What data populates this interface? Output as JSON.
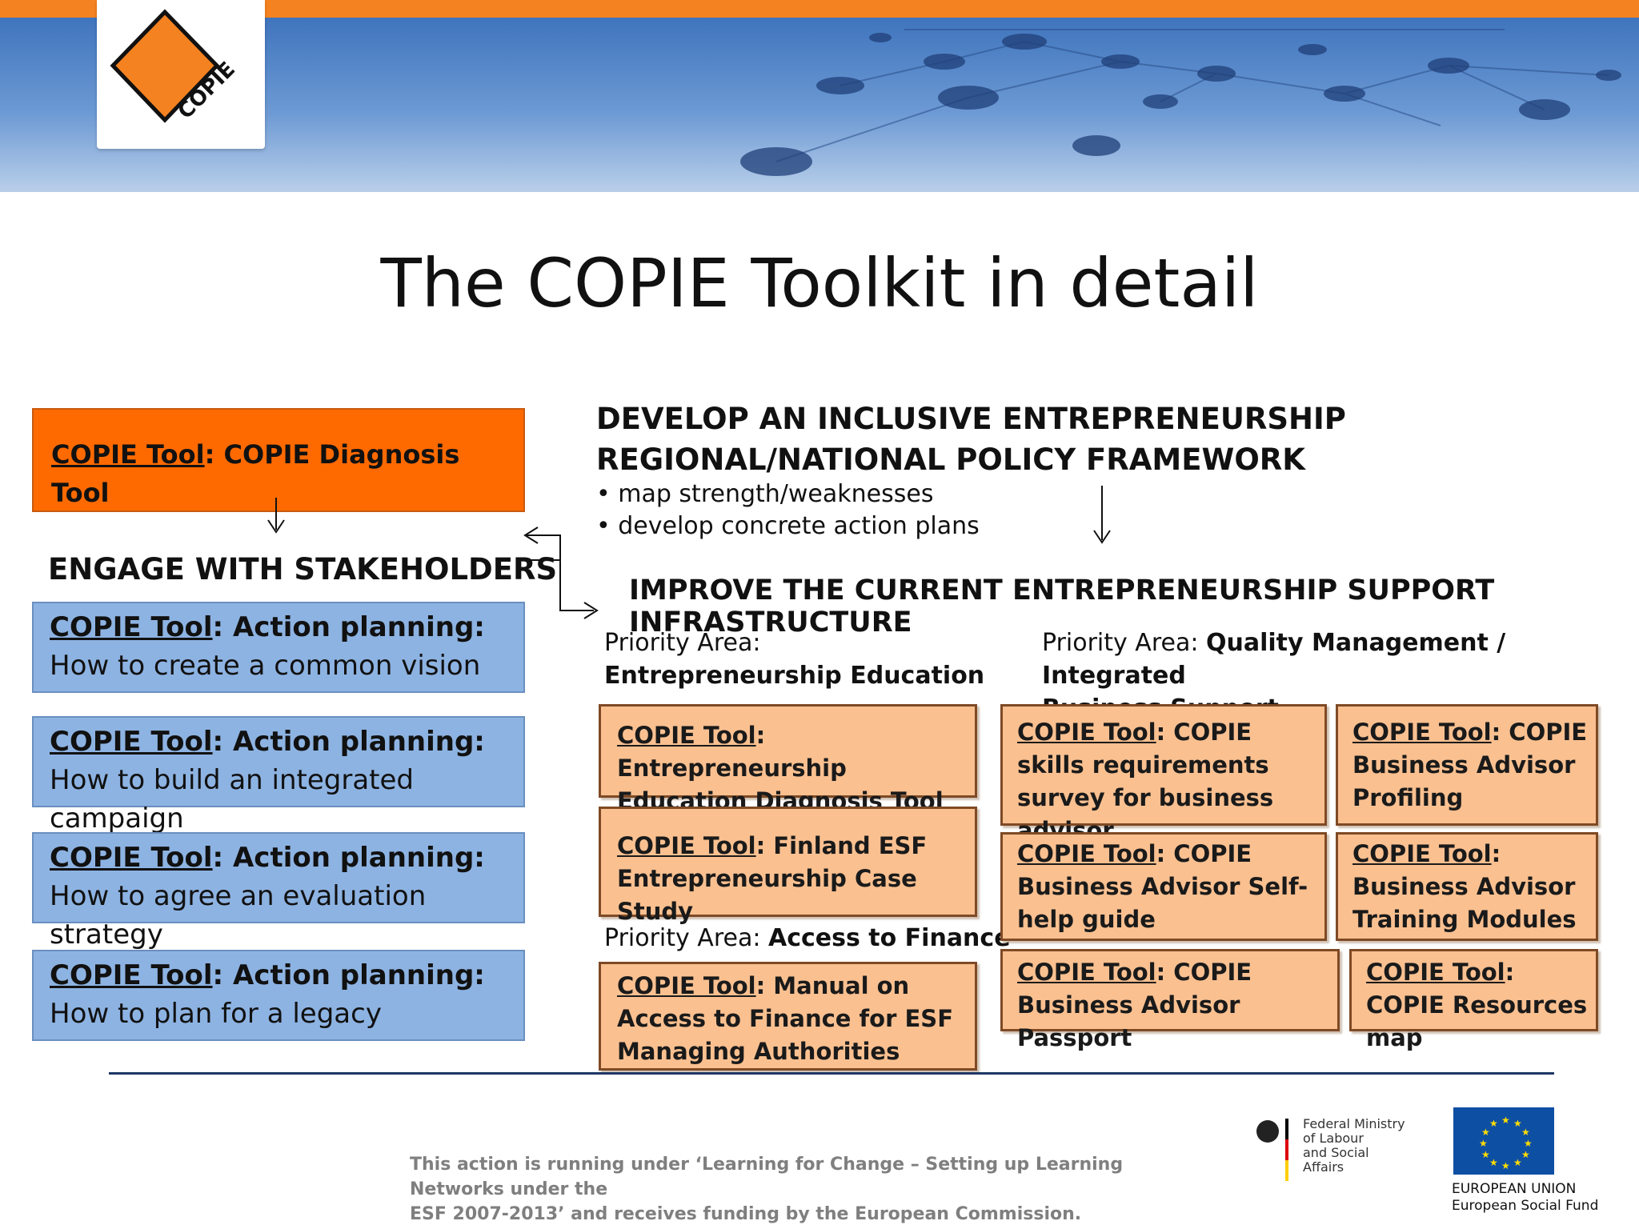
{
  "header": {
    "logo_text": "COPIE"
  },
  "title": "The COPIE Toolkit in detail",
  "left": {
    "diagnosis": {
      "tool": "COPIE Tool",
      "colon": ": ",
      "name": "COPIE Diagnosis Tool"
    },
    "engage_heading": "ENGAGE WITH STAKEHOLDERS",
    "action_items": [
      {
        "tool": "COPIE Tool",
        "label": ": Action planning:",
        "rest": " How to create a common vision"
      },
      {
        "tool": "COPIE Tool",
        "label": ": Action planning:",
        "rest": " How to build an integrated campaign"
      },
      {
        "tool": "COPIE Tool",
        "label": ": Action planning:",
        "rest": " How to agree an evaluation strategy"
      },
      {
        "tool": "COPIE Tool",
        "label": ": Action planning:",
        "rest": " How to plan for a legacy"
      }
    ]
  },
  "right": {
    "develop_heading_1": "DEVELOP AN INCLUSIVE ENTREPRENEURSHIP",
    "develop_heading_2": "REGIONAL/NATIONAL POLICY FRAMEWORK",
    "bullets": [
      "map strength/weaknesses",
      "develop concrete action plans"
    ],
    "improve_heading": "IMPROVE THE CURRENT ENTREPRENEURSHIP SUPPORT INFRASTRUCTURE",
    "priority_education": {
      "prefix": "Priority Area:",
      "name": "Entrepreneurship Education"
    },
    "priority_quality": {
      "prefix": "Priority Area: ",
      "name_1": "Quality Management / Integrated",
      "name_2": "Business Support"
    },
    "priority_finance": {
      "prefix": "Priority Area: ",
      "name": "Access to Finance"
    },
    "tools": {
      "edu_diag": {
        "tool": "COPIE Tool",
        "rest": ": Entrepreneurship Education Diagnosis Tool"
      },
      "finland": {
        "tool": "COPIE Tool",
        "rest": ": Finland ESF Entrepreneurship Case Study"
      },
      "finance": {
        "tool": "COPIE Tool",
        "rest": ": Manual on Access to Finance for ESF Managing Authorities"
      },
      "skills": {
        "tool": "COPIE Tool",
        "rest": ": COPIE skills requirements survey for business advisor"
      },
      "profiling": {
        "tool": "COPIE Tool",
        "rest": ": COPIE Business Advisor Profiling"
      },
      "selfhelp": {
        "tool": "COPIE Tool",
        "rest": ": COPIE Business Advisor Self-help guide"
      },
      "training": {
        "tool": "COPIE Tool",
        "rest": ": Business Advisor Training Modules"
      },
      "passport": {
        "tool": "COPIE Tool",
        "rest": ": COPIE Business Advisor Passport"
      },
      "resources": {
        "tool": "COPIE Tool",
        "rest": ": COPIE Resources map"
      }
    }
  },
  "footer": {
    "text_1": "This action is running under ‘Learning for Change – Setting up Learning Networks under the",
    "text_2": "ESF 2007-2013’ and receives funding by the European Commission.",
    "ministry_1": "Federal Ministry",
    "ministry_2": "of Labour",
    "ministry_3": "and Social Affairs",
    "eu_1": "EUROPEAN UNION",
    "eu_2": "European Social Fund"
  },
  "colors": {
    "orange": "#ff6a00",
    "blue": "#8db3e2",
    "peach": "#fac090",
    "eu_blue": "#0d4fa3",
    "eu_star": "#ffdd00"
  }
}
